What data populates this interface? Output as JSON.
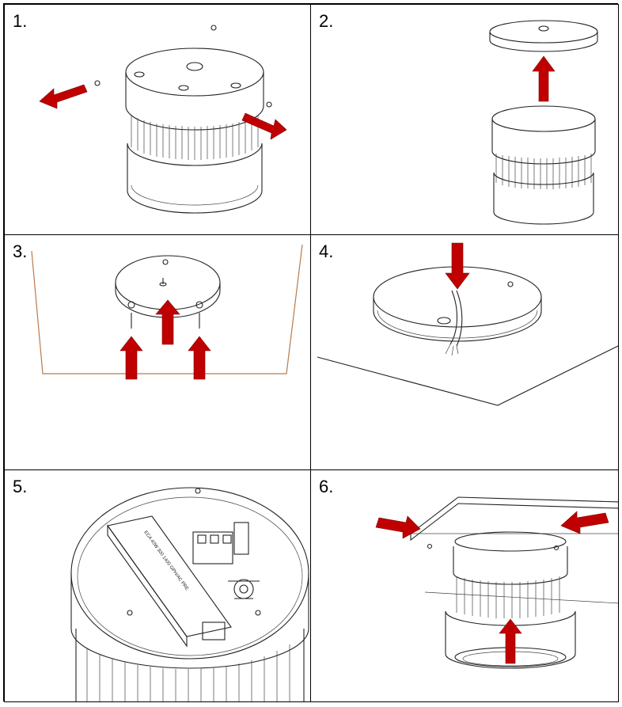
{
  "steps": [
    {
      "label": "1."
    },
    {
      "label": "2."
    },
    {
      "label": "3."
    },
    {
      "label": "4."
    },
    {
      "label": "5."
    },
    {
      "label": "6."
    }
  ],
  "driver_label": "ECA 40W 300 1400 GPH/AC PRE",
  "colors": {
    "arrow": "#c00000",
    "line": "#222222",
    "wall": "#b87a4b"
  }
}
